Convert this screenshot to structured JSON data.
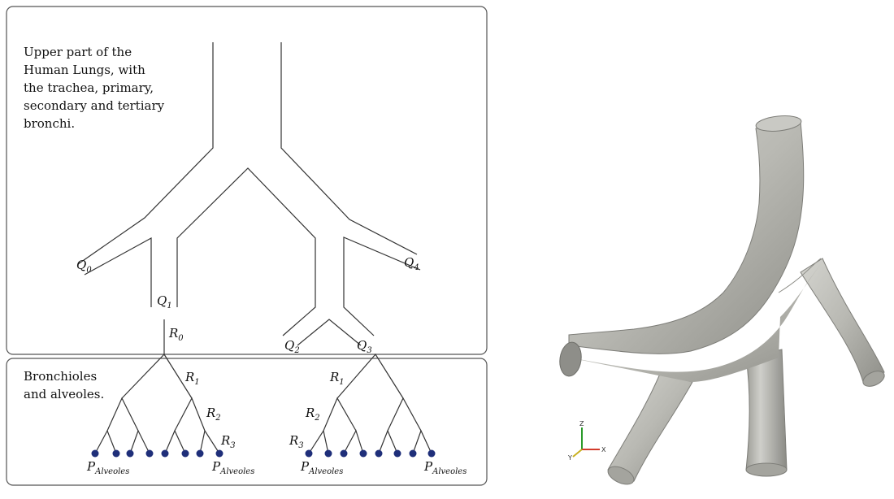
{
  "upper": {
    "description": [
      "Upper part of the",
      "Human Lungs, with",
      "the trachea, primary,",
      "secondary and tertiary",
      "bronchi."
    ],
    "labels": {
      "q0": {
        "main": "Q",
        "sub": "0"
      },
      "q1": {
        "main": "Q",
        "sub": "1"
      },
      "q2": {
        "main": "Q",
        "sub": "2"
      },
      "q3": {
        "main": "Q",
        "sub": "3"
      },
      "q4": {
        "main": "Q",
        "sub": "4"
      }
    }
  },
  "lower": {
    "description": [
      "Bronchioles",
      "and alveoles."
    ],
    "labels": {
      "r0": {
        "main": "R",
        "sub": "0"
      },
      "r1_left": {
        "main": "R",
        "sub": "1"
      },
      "r2_left": {
        "main": "R",
        "sub": "2"
      },
      "r3_left": {
        "main": "R",
        "sub": "3"
      },
      "r1_right": {
        "main": "R",
        "sub": "1"
      },
      "r2_right": {
        "main": "R",
        "sub": "2"
      },
      "r3_right": {
        "main": "R",
        "sub": "3"
      },
      "p1": {
        "main": "P",
        "sub": "Alveoles"
      },
      "p2": {
        "main": "P",
        "sub": "Alveoles"
      },
      "p3": {
        "main": "P",
        "sub": "Alveoles"
      },
      "p4": {
        "main": "P",
        "sub": "Alveoles"
      }
    },
    "alveole_color": "#1f2f7a"
  },
  "model3d": {
    "surface_color": "#b9b9b3",
    "axes": {
      "z": "Z",
      "y": "Y",
      "x": "X"
    }
  }
}
